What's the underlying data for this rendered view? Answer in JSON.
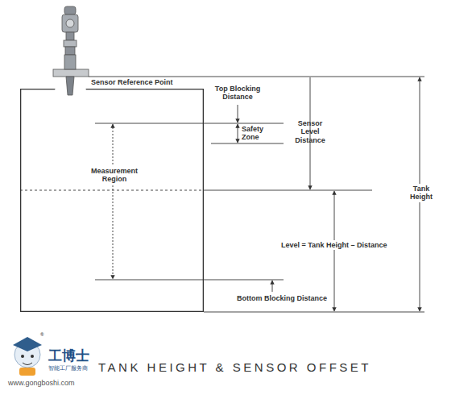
{
  "diagram": {
    "caption": "TANK HEIGHT & SENSOR OFFSET",
    "nodes": [
      {
        "text": [
          "Measurement Region"
        ]
      }
    ],
    "labels": [
      "Sensor Reference Point",
      "Top Blocking Distance",
      "Safety Zone",
      "Sensor Level Distance",
      "Tank Height",
      "Level = Tank Height – Distance",
      "Bottom Blocking Distance",
      "®",
      "工博士",
      "智能工厂服务商",
      "www.gongboshi.com"
    ]
  }
}
